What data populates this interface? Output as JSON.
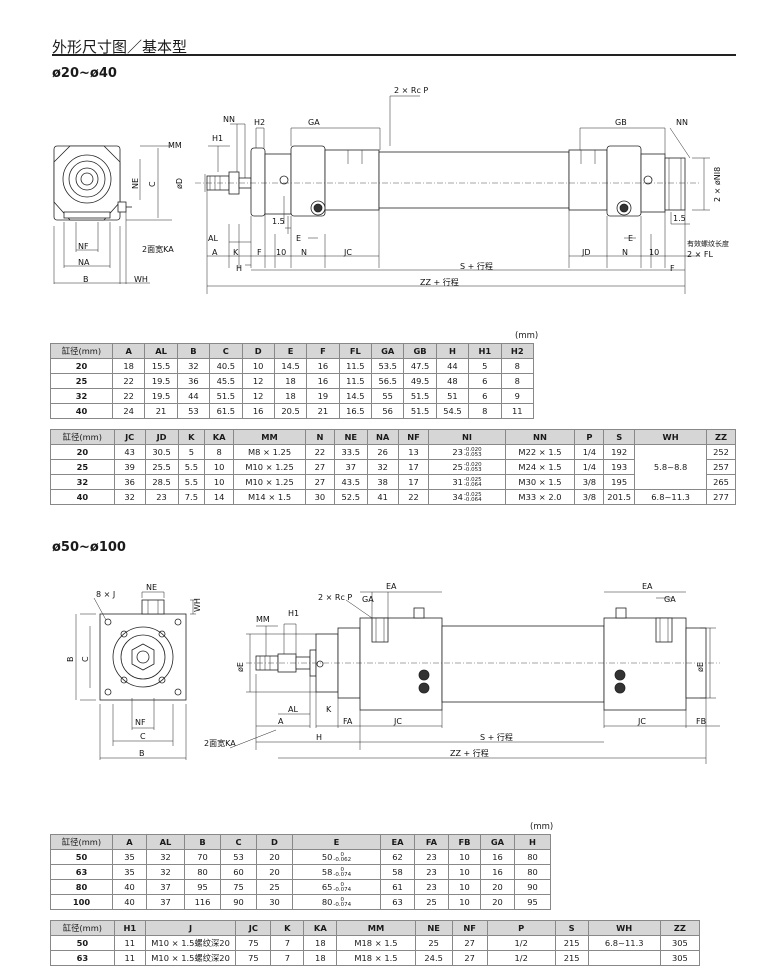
{
  "title": "外形尺寸图／基本型",
  "section1": "ø20~ø40",
  "section2": "ø50~ø100",
  "unit_mm": "(mm)",
  "d1": {
    "P": "2 × Rc P",
    "NN": "NN",
    "H2": "H2",
    "GA": "GA",
    "GB": "GB",
    "MM": "MM",
    "H1": "H1",
    "D": "øD",
    "NE": "NE",
    "C": "C",
    "NI8": "2 × øNI8",
    "v15a": "1.5",
    "v15b": "1.5",
    "E": "E",
    "AL": "AL",
    "A": "A",
    "K": "K",
    "F": "F",
    "H": "H",
    "N": "N",
    "JC": "JC",
    "JD": "JD",
    "ten": "10",
    "S": "S + 行程",
    "ZZ": "ZZ + 行程",
    "thread": "有效螺纹长度",
    "FL": "2 × FL",
    "NF": "NF",
    "NA": "NA",
    "B": "B",
    "WH": "WH",
    "KA": "2面宽KA"
  },
  "d2": {
    "J": "8 × J",
    "NE": "NE",
    "WH": "WH",
    "B": "B",
    "C": "C",
    "NF": "NF",
    "P": "2 × Rc P",
    "GA": "GA",
    "EA": "EA",
    "MM": "MM",
    "H1": "H1",
    "E": "øE",
    "AL": "AL",
    "K": "K",
    "A": "A",
    "FA": "FA",
    "JC": "JC",
    "FB": "FB",
    "H": "H",
    "S": "S + 行程",
    "ZZ": "ZZ + 行程",
    "KA": "2面宽KA"
  },
  "table1": {
    "headers": [
      "缸径(mm)",
      "A",
      "AL",
      "B",
      "C",
      "D",
      "E",
      "F",
      "FL",
      "GA",
      "GB",
      "H",
      "H1",
      "H2"
    ],
    "rows": [
      [
        "20",
        "18",
        "15.5",
        "32",
        "40.5",
        "10",
        "14.5",
        "16",
        "11.5",
        "53.5",
        "47.5",
        "44",
        "5",
        "8"
      ],
      [
        "25",
        "22",
        "19.5",
        "36",
        "45.5",
        "12",
        "18",
        "16",
        "11.5",
        "56.5",
        "49.5",
        "48",
        "6",
        "8"
      ],
      [
        "32",
        "22",
        "19.5",
        "44",
        "51.5",
        "12",
        "18",
        "19",
        "14.5",
        "55",
        "51.5",
        "51",
        "6",
        "9"
      ],
      [
        "40",
        "24",
        "21",
        "53",
        "61.5",
        "16",
        "20.5",
        "21",
        "16.5",
        "56",
        "51.5",
        "54.5",
        "8",
        "11"
      ]
    ]
  },
  "table2": {
    "headers": [
      "缸径(mm)",
      "JC",
      "JD",
      "K",
      "KA",
      "MM",
      "N",
      "NE",
      "NA",
      "NF",
      "NI",
      "NN",
      "P",
      "S",
      "WH",
      "ZZ"
    ],
    "rows": [
      {
        "c": [
          "20",
          "43",
          "30.5",
          "5",
          "8",
          "M8 × 1.25",
          "22",
          "33.5",
          "26",
          "13"
        ],
        "ni": "23",
        "tol1": "-0.020",
        "tol2": "-0.053",
        "d": [
          "M22 × 1.5",
          "1/4",
          "192"
        ],
        "zz": "252"
      },
      {
        "c": [
          "25",
          "39",
          "25.5",
          "5.5",
          "10",
          "M10 × 1.25",
          "27",
          "37",
          "32",
          "17"
        ],
        "ni": "25",
        "tol1": "-0.020",
        "tol2": "-0.053",
        "d": [
          "M24 × 1.5",
          "1/4",
          "193"
        ],
        "zz": "257"
      },
      {
        "c": [
          "32",
          "36",
          "28.5",
          "5.5",
          "10",
          "M10 × 1.25",
          "27",
          "43.5",
          "38",
          "17"
        ],
        "ni": "31",
        "tol1": "-0.025",
        "tol2": "-0.064",
        "d": [
          "M30 × 1.5",
          "3/8",
          "195"
        ],
        "zz": "265"
      },
      {
        "c": [
          "40",
          "32",
          "23",
          "7.5",
          "14",
          "M14 × 1.5",
          "30",
          "52.5",
          "41",
          "22"
        ],
        "ni": "34",
        "tol1": "-0.025",
        "tol2": "-0.064",
        "d": [
          "M33 × 2.0",
          "3/8",
          "201.5"
        ],
        "zz": "277"
      }
    ],
    "wh": [
      "5.8~8.8",
      "6.8~11.3"
    ]
  },
  "table3": {
    "headers": [
      "缸径(mm)",
      "A",
      "AL",
      "B",
      "C",
      "D",
      "E",
      "EA",
      "FA",
      "FB",
      "GA",
      "H"
    ],
    "rows": [
      {
        "a": [
          "50",
          "35",
          "32",
          "70",
          "53",
          "20"
        ],
        "e": "50",
        "t1": "0",
        "t2": "-0.062",
        "b": [
          "62",
          "23",
          "10",
          "16",
          "80"
        ]
      },
      {
        "a": [
          "63",
          "35",
          "32",
          "80",
          "60",
          "20"
        ],
        "e": "58",
        "t1": "0",
        "t2": "-0.074",
        "b": [
          "58",
          "23",
          "10",
          "16",
          "80"
        ]
      },
      {
        "a": [
          "80",
          "40",
          "37",
          "95",
          "75",
          "25"
        ],
        "e": "65",
        "t1": "0",
        "t2": "-0.074",
        "b": [
          "61",
          "23",
          "10",
          "20",
          "90"
        ]
      },
      {
        "a": [
          "100",
          "40",
          "37",
          "116",
          "90",
          "30"
        ],
        "e": "80",
        "t1": "0",
        "t2": "-0.074",
        "b": [
          "63",
          "25",
          "10",
          "20",
          "95"
        ]
      }
    ]
  },
  "table4": {
    "headers": [
      "缸径(mm)",
      "H1",
      "J",
      "JC",
      "K",
      "KA",
      "MM",
      "NE",
      "NF",
      "P",
      "S",
      "WH",
      "ZZ"
    ],
    "rows": [
      [
        "50",
        "11",
        "M10 × 1.5螺纹深20",
        "75",
        "7",
        "18",
        "M18 × 1.5",
        "25",
        "27",
        "1/2",
        "215",
        "6.8~11.3",
        "305"
      ],
      [
        "63",
        "11",
        "M10 × 1.5螺纹深20",
        "75",
        "7",
        "18",
        "M18 × 1.5",
        "24.5",
        "27",
        "1/2",
        "215",
        "",
        "305"
      ]
    ]
  }
}
